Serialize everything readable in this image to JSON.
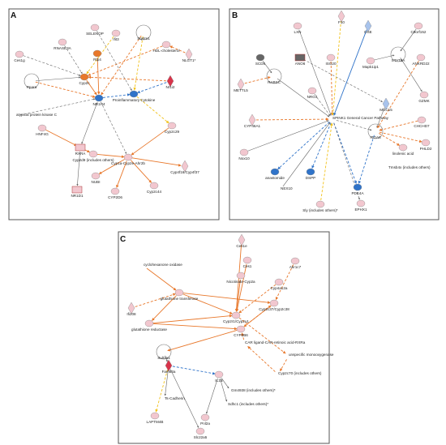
{
  "colors": {
    "orange": "#e8772a",
    "yellow": "#f2c21b",
    "blue": "#2f73c9",
    "gray": "#666666",
    "pink": "#f2c7cf",
    "red": "#d8334a",
    "lightblue": "#a8c3ec"
  },
  "panels": [
    {
      "letter": "A",
      "nodes": [
        {
          "id": "a1",
          "label": "Ces1g"
        },
        {
          "id": "a2",
          "label": "RNASE3A"
        },
        {
          "id": "a3",
          "label": "SELENOP"
        },
        {
          "id": "a4",
          "label": "Ifit3"
        },
        {
          "id": "a5",
          "label": "Rtp4"
        },
        {
          "id": "a6",
          "label": "Sqstm1"
        },
        {
          "id": "a7",
          "label": "HDL-cholesterol"
        },
        {
          "id": "a8",
          "label": "NLGT1*"
        },
        {
          "id": "a9",
          "label": "Ppara"
        },
        {
          "id": "a10",
          "label": "Proinflammatory Cytokine"
        },
        {
          "id": "a11",
          "label": "Cyp2c"
        },
        {
          "id": "a12",
          "label": "Nr1i2"
        },
        {
          "id": "a13",
          "label": "atypical protein kinase C"
        },
        {
          "id": "a14",
          "label": "NR1H4"
        },
        {
          "id": "a15",
          "label": "HNF4G"
        },
        {
          "id": "a16",
          "label": "RXRA"
        },
        {
          "id": "a17",
          "label": "NR1D1"
        },
        {
          "id": "a18",
          "label": "Cyp2d9 (includes others)"
        },
        {
          "id": "a19",
          "label": "Cyp1a-Cyp2e-Ahr2b"
        },
        {
          "id": "a20",
          "label": "NUBI"
        },
        {
          "id": "a21",
          "label": "CYP2D6"
        },
        {
          "id": "a22",
          "label": "Cyp2c29"
        },
        {
          "id": "a23",
          "label": "Cyp2c44"
        },
        {
          "id": "a24",
          "label": "Cyp4f16/Cyp4f37"
        }
      ]
    },
    {
      "letter": "B",
      "nodes": [
        {
          "id": "b1",
          "label": "F10"
        },
        {
          "id": "b2",
          "label": "LXN"
        },
        {
          "id": "b3",
          "label": "DSE"
        },
        {
          "id": "b4",
          "label": "C9orf152"
        },
        {
          "id": "b5",
          "label": "SCD5"
        },
        {
          "id": "b6",
          "label": "ANO6"
        },
        {
          "id": "b7",
          "label": "ISG20"
        },
        {
          "id": "b8",
          "label": "Mapk1ip1"
        },
        {
          "id": "b9",
          "label": "STAT5A"
        },
        {
          "id": "b10",
          "label": "ANKRD22"
        },
        {
          "id": "b11",
          "label": "METTL5"
        },
        {
          "id": "b12",
          "label": "RABSC"
        },
        {
          "id": "b13",
          "label": "NRG4"
        },
        {
          "id": "b14",
          "label": "GZMK"
        },
        {
          "id": "b15",
          "label": "SPINK1 General Cancer Pathway"
        },
        {
          "id": "b16",
          "label": "MUC15"
        },
        {
          "id": "b17",
          "label": "CHCHD7"
        },
        {
          "id": "b18",
          "label": "CYP46A1"
        },
        {
          "id": "b19",
          "label": "Nox10"
        },
        {
          "id": "b20",
          "label": "PHLD2"
        },
        {
          "id": "b21",
          "label": "ITGA8"
        },
        {
          "id": "b22",
          "label": "anastomide"
        },
        {
          "id": "b23",
          "label": "Tmsb4x (includes others)"
        },
        {
          "id": "b24",
          "label": "linolenic acid"
        },
        {
          "id": "b25",
          "label": "NEX10"
        },
        {
          "id": "b26",
          "label": "DSPP"
        },
        {
          "id": "b27",
          "label": "Sly (includes others)*"
        },
        {
          "id": "b28",
          "label": "EPHX1"
        },
        {
          "id": "b29",
          "label": "PDE4A"
        }
      ]
    },
    {
      "letter": "C",
      "nodes": [
        {
          "id": "c1",
          "label": "Ces1e"
        },
        {
          "id": "c2",
          "label": "Ces1"
        },
        {
          "id": "c3",
          "label": "Akr1c7"
        },
        {
          "id": "c4",
          "label": "cyclohexanone oxidase"
        },
        {
          "id": "c5",
          "label": "Nicotinate-Cyp2a"
        },
        {
          "id": "c6",
          "label": "Cyp4a12a"
        },
        {
          "id": "c7",
          "label": "glutathione transferase"
        },
        {
          "id": "c8",
          "label": "Cyp2c37/Cyp2c38"
        },
        {
          "id": "c9",
          "label": "Ifi208"
        },
        {
          "id": "c10",
          "label": "glutathione reductase"
        },
        {
          "id": "c11",
          "label": "Cyp2r1/Cyp2u1"
        },
        {
          "id": "c12",
          "label": "CYP2B6"
        },
        {
          "id": "c13",
          "label": "CAR ligand-CAR-retinoic acid-RXRa"
        },
        {
          "id": "c14",
          "label": "unspecific monooxygenase"
        },
        {
          "id": "c15",
          "label": "Cyp2c70 (includes others)"
        },
        {
          "id": "c16",
          "label": "Sult2a1"
        },
        {
          "id": "c17",
          "label": "Fam83a"
        },
        {
          "id": "c18",
          "label": "IL1B"
        },
        {
          "id": "c19",
          "label": "Gm4938 (includes others)*"
        },
        {
          "id": "c20",
          "label": "Ts-Cadherin"
        },
        {
          "id": "c21",
          "label": "Sdhc1 (includes others)*"
        },
        {
          "id": "c22",
          "label": "LAPTM4B"
        },
        {
          "id": "c23",
          "label": "Slc22a5"
        },
        {
          "id": "c24",
          "label": "Pnl2a"
        }
      ]
    }
  ]
}
